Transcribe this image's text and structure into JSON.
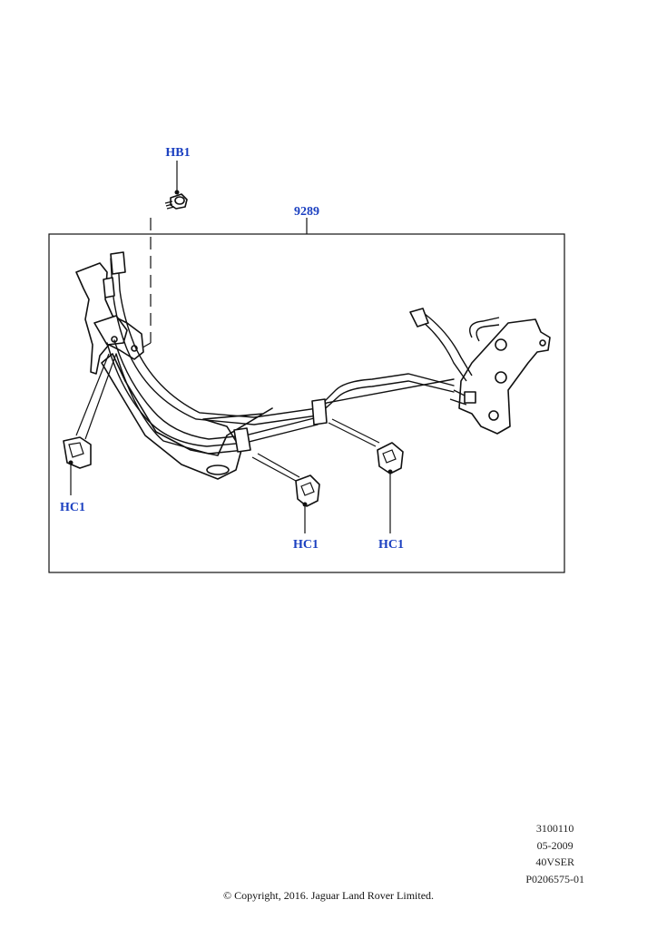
{
  "callouts": {
    "hb1": "HB1",
    "assembly": "9289",
    "hc1_left": "HC1",
    "hc1_mid": "HC1",
    "hc1_right": "HC1"
  },
  "info": {
    "line1": "3100110",
    "line2": "05-2009",
    "line3": "40VSER",
    "line4": "P0206575-01"
  },
  "copyright": "© Copyright, 2016. Jaguar Land Rover Limited.",
  "colors": {
    "callout": "#1a3fc0",
    "line": "#111111",
    "background": "#ffffff"
  }
}
